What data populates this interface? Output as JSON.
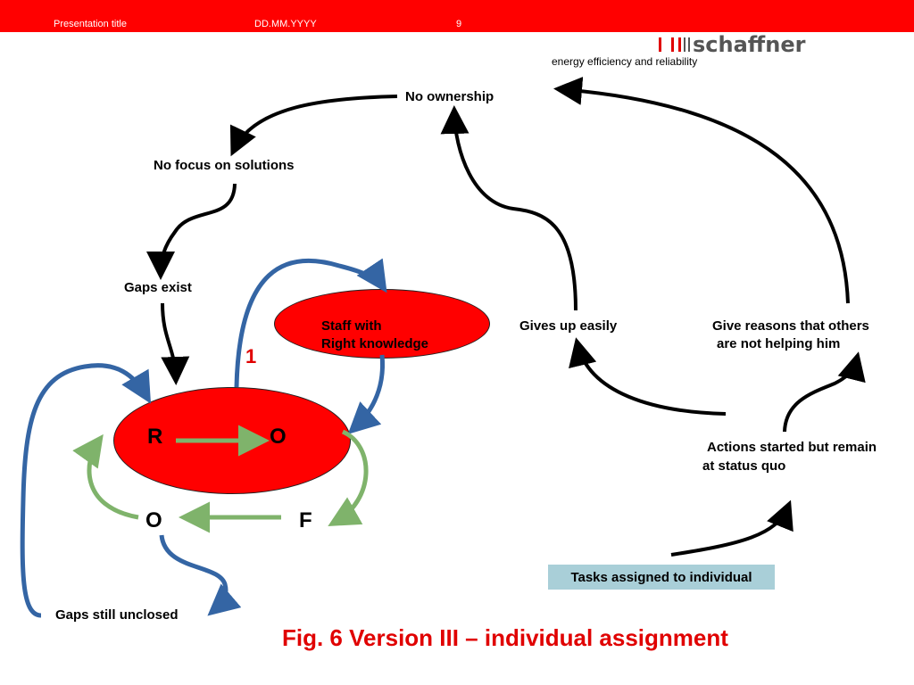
{
  "header": {
    "presentation_title": "Presentation title",
    "date": "DD.MM.YYYY",
    "page_number": "9"
  },
  "brand": {
    "logo_text": "schaffner",
    "tagline": "energy efficiency and reliability"
  },
  "colors": {
    "header_red": "#ff0000",
    "ellipse_red": "#ff0000",
    "blue_arrow": "#3465a4",
    "green_arrow": "#7fb36b",
    "task_box": "#a9cfd8",
    "caption_red": "#e00000"
  },
  "diagram": {
    "no_ownership": "No ownership",
    "no_focus": "No focus on solutions",
    "gaps_exist": "Gaps exist",
    "staff_line1": "Staff with",
    "staff_line2": "Right knowledge",
    "number_one": "1",
    "r_label": "R",
    "o_top": "O",
    "o_bottom": "O",
    "f_label": "F",
    "gaps_unclosed": "Gaps still unclosed",
    "gives_up": "Gives up easily",
    "reasons_line1": "Give reasons that others",
    "reasons_line2": "are not helping him",
    "actions_line1": "Actions started but remain",
    "actions_line2": "at status quo",
    "tasks": "Tasks assigned to individual"
  },
  "caption": "Fig. 6 Version III – individual assignment"
}
